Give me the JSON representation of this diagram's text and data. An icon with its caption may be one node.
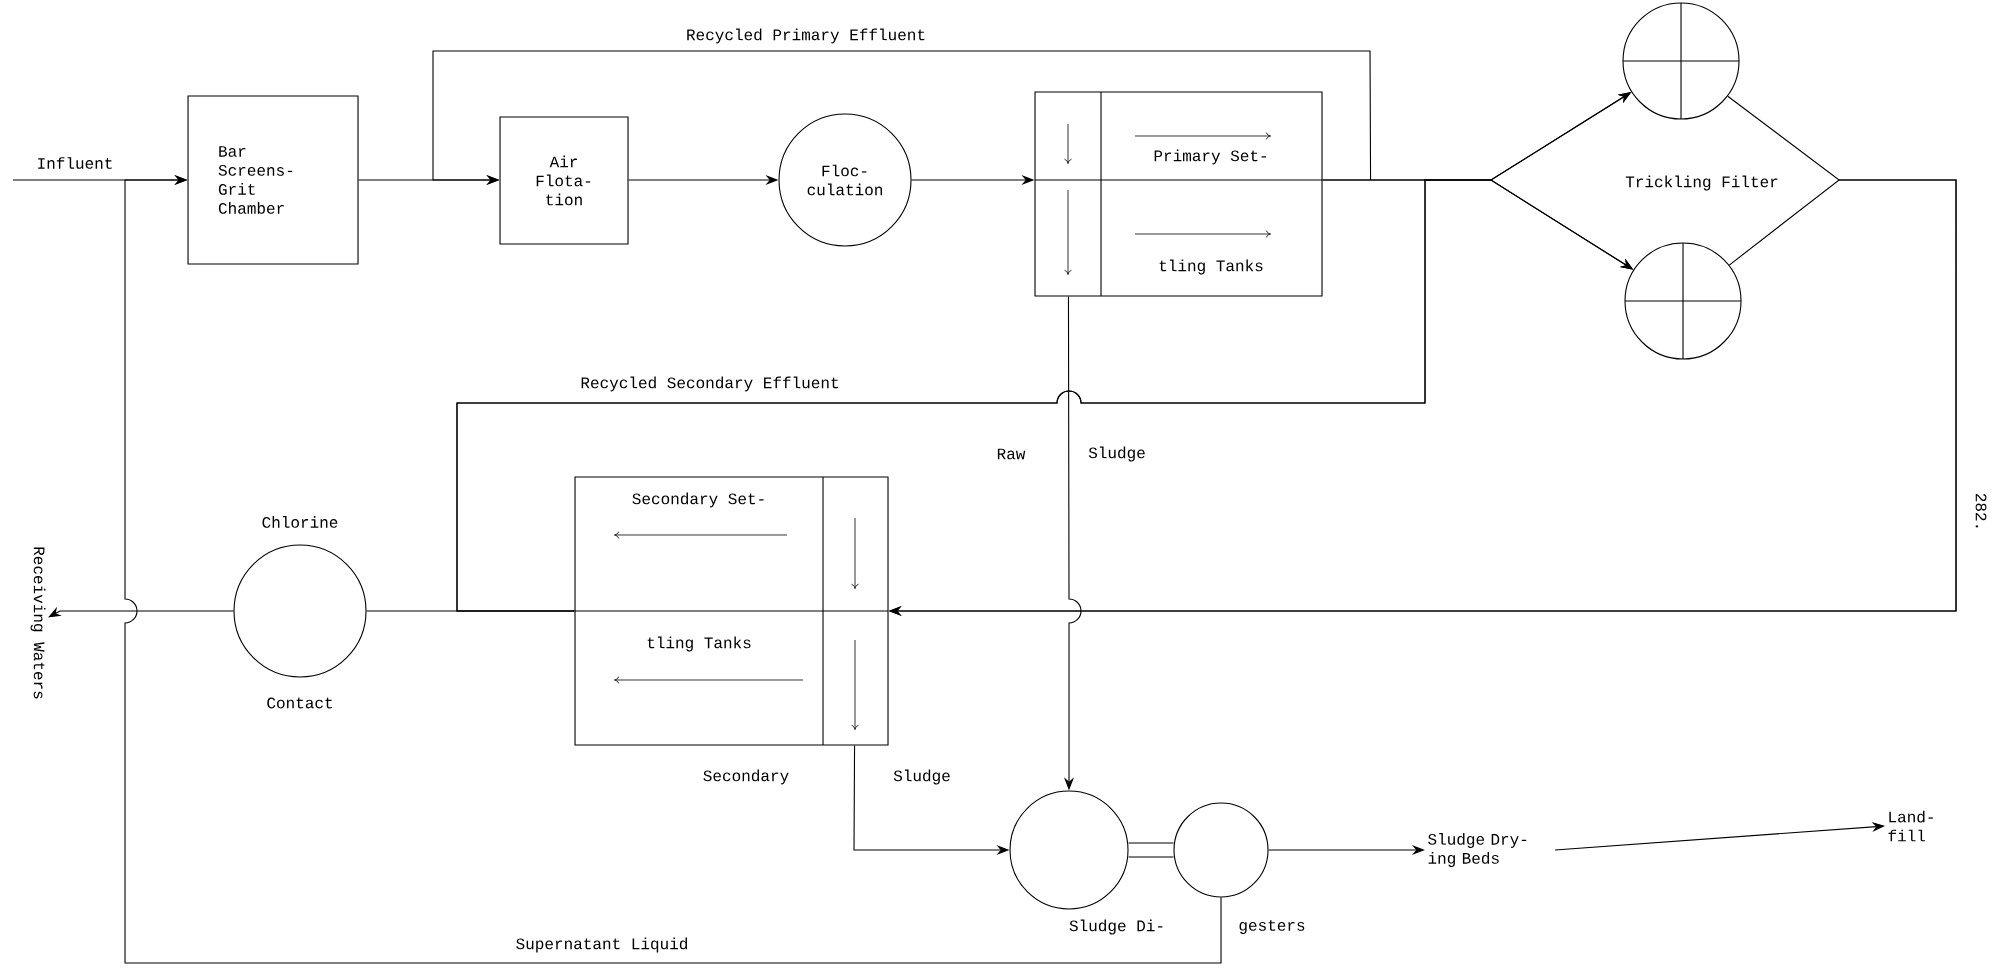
{
  "diagram": {
    "nodes": [
      {
        "text": [
          "Bar Screens- Grit Chamber"
        ]
      },
      {
        "text": [
          "Air Flota- tion"
        ]
      },
      {
        "text": [
          "Floc- culation"
        ]
      },
      {
        "text": [
          "Primary Set-",
          "tling Tanks"
        ]
      },
      {
        "text": [],
        "shape": "circle"
      },
      {
        "text": [],
        "shape": "circle"
      },
      {
        "text": [
          "Secondary Set-",
          "tling Tanks"
        ]
      },
      {
        "text": [
          "Chlorine",
          "Contact"
        ]
      },
      {
        "text": [],
        "shape": "circle"
      },
      {
        "text": [],
        "shape": "circle"
      },
      {
        "text": [
          "Sludge Dry- ing Beds"
        ]
      },
      {
        "text": [
          "Land- fill"
        ]
      },
      {
        "text": [
          "Receiving Waters"
        ]
      }
    ],
    "edges": [
      {
        "from": null,
        "to": 0,
        "arrow": "to",
        "label": "Influent"
      },
      {
        "from": 0,
        "to": 1,
        "arrow": "to"
      },
      {
        "from": 3,
        "to": 1,
        "arrow": "to",
        "label": "Recycled Primary Effluent"
      },
      {
        "from": 1,
        "to": 2,
        "arrow": "to"
      },
      {
        "from": 2,
        "to": 3,
        "arrow": "to"
      },
      {
        "from": 3,
        "to": 4,
        "arrow": "to"
      },
      {
        "from": 3,
        "to": 5,
        "arrow": "to"
      },
      {
        "from": 4,
        "to": 6,
        "arrow": "to"
      },
      {
        "from": 5,
        "to": 6,
        "arrow": "to"
      },
      {
        "from": 6,
        "to": 7,
        "arrow": "none"
      },
      {
        "from": 6,
        "to": 4,
        "arrow": "to",
        "label": "Recycled Secondary Effluent"
      },
      {
        "from": 6,
        "to": 5,
        "arrow": "to"
      },
      {
        "from": 7,
        "to": 12,
        "arrow": "to"
      },
      {
        "from": 3,
        "to": 8,
        "arrow": "to"
      },
      {
        "from": 6,
        "to": 8,
        "arrow": "to"
      },
      {
        "from": 8,
        "to": 9,
        "arrow": "none"
      },
      {
        "from": 9,
        "to": 10,
        "arrow": "to"
      },
      {
        "from": 10,
        "to": 11,
        "arrow": "to"
      },
      {
        "from": 9,
        "to": 0,
        "arrow": "to",
        "label": "Supernatant Liquid"
      }
    ],
    "labels": [
      "Trickling Filter",
      "Raw",
      "Sludge",
      "Secondary",
      "Sludge",
      "Sludge Di-",
      "gesters",
      "282."
    ]
  }
}
